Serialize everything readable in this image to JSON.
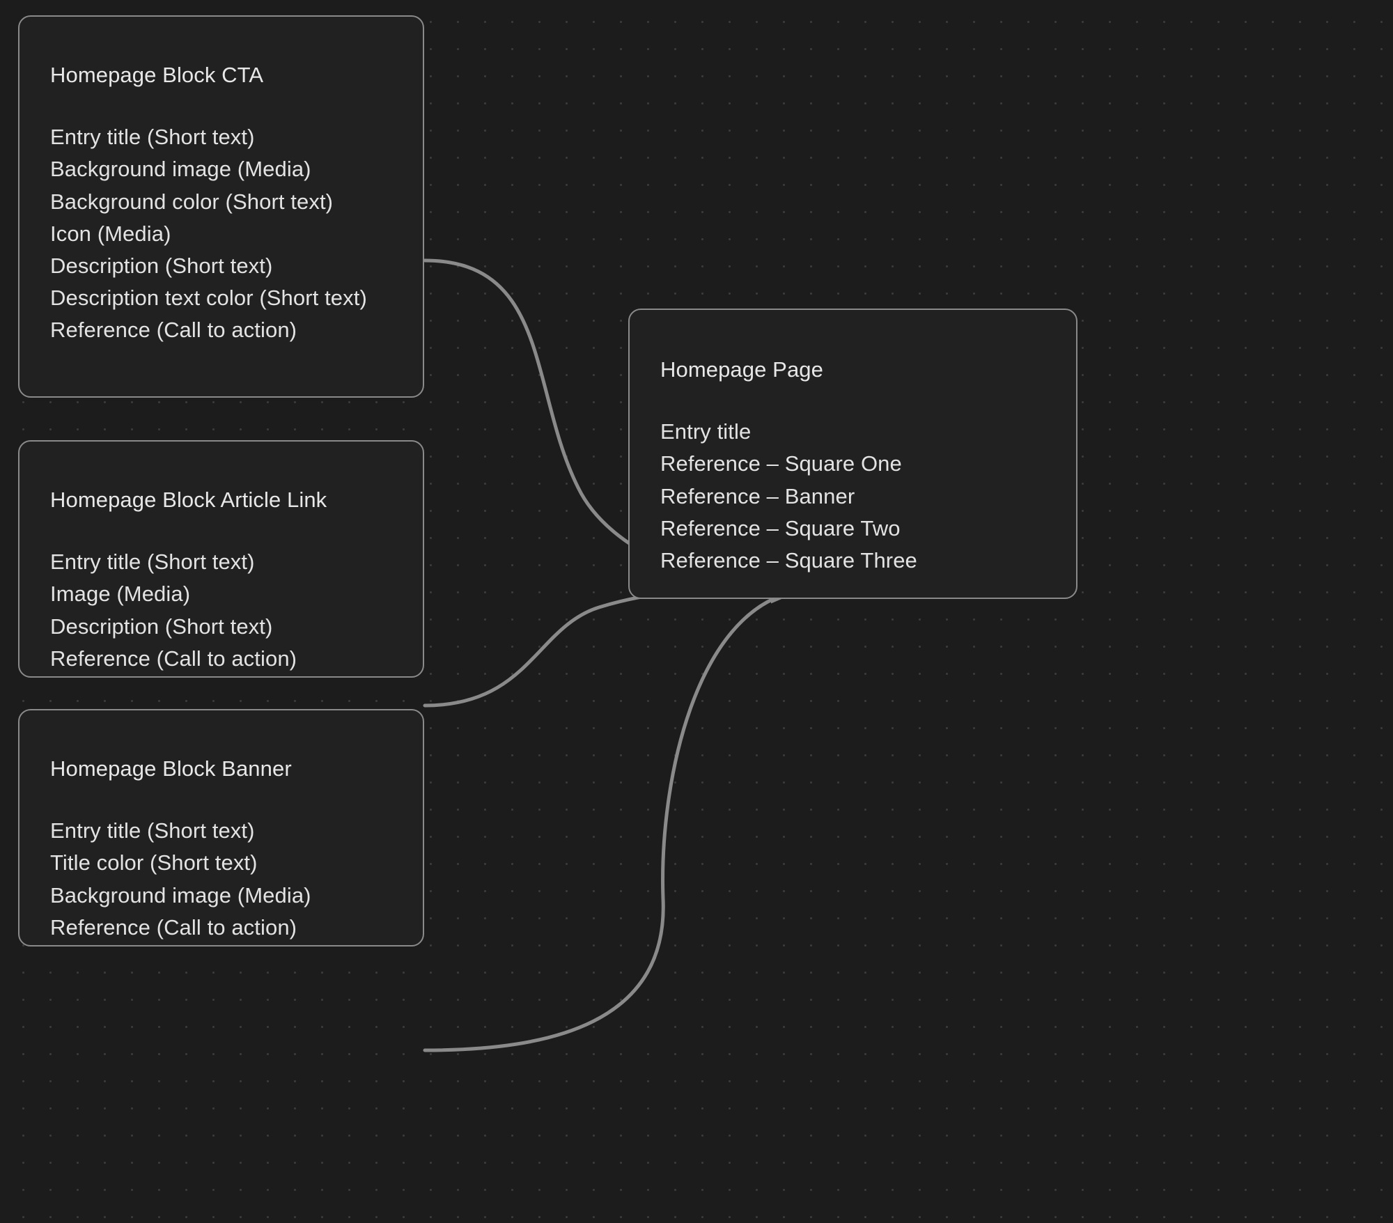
{
  "canvas": {
    "background_color": "#1c1c1c",
    "grid_dot_color": "#3a3a3a",
    "node_background_color": "#212121",
    "node_border_color": "#8a8a8a",
    "edge_color": "#8a8a8a",
    "text_color": "#e3e3e3"
  },
  "nodes": [
    {
      "id": "homepage-block-cta",
      "title": "Homepage Block CTA",
      "fields": [
        "Entry title (Short text)",
        "Background image (Media)",
        "Background color (Short text)",
        "Icon (Media)",
        "Description (Short text)",
        "Description text color (Short text)",
        "Reference (Call to action)"
      ]
    },
    {
      "id": "homepage-block-article-link",
      "title": "Homepage Block Article Link",
      "fields": [
        "Entry title (Short text)",
        "Image (Media)",
        "Description (Short text)",
        "Reference (Call to action)"
      ]
    },
    {
      "id": "homepage-block-banner",
      "title": "Homepage Block Banner",
      "fields": [
        "Entry title (Short text)",
        "Title color (Short text)",
        "Background image (Media)",
        "Reference (Call to action)"
      ]
    },
    {
      "id": "homepage-page",
      "title": "Homepage Page",
      "fields": [
        "Entry title",
        "Reference – Square One",
        "Reference – Banner",
        "Reference – Square Two",
        "Reference – Square Three"
      ]
    }
  ],
  "edges": [
    {
      "id": "edge-cta-to-page",
      "from": "homepage-block-cta",
      "to": "homepage-page"
    },
    {
      "id": "edge-article-to-page",
      "from": "homepage-block-article-link",
      "to": "homepage-page"
    },
    {
      "id": "edge-banner-to-page",
      "from": "homepage-block-banner",
      "to": "homepage-page"
    }
  ]
}
